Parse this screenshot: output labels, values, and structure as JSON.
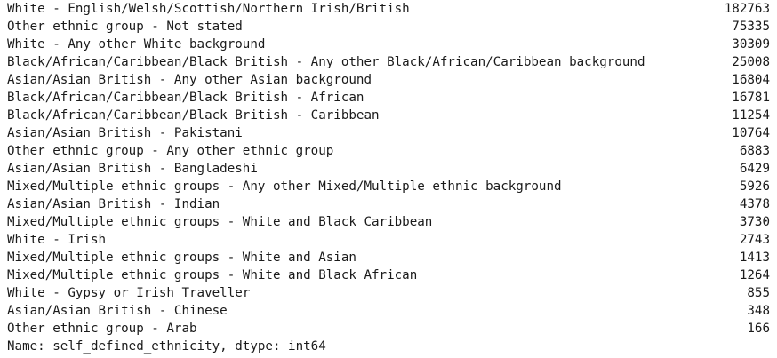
{
  "series_output": {
    "rows": [
      {
        "label": "White - English/Welsh/Scottish/Northern Irish/British",
        "count": "182763"
      },
      {
        "label": "Other ethnic group - Not stated",
        "count": "75335"
      },
      {
        "label": "White - Any other White background",
        "count": "30309"
      },
      {
        "label": "Black/African/Caribbean/Black British - Any other Black/African/Caribbean background",
        "count": "25008"
      },
      {
        "label": "Asian/Asian British - Any other Asian background",
        "count": "16804"
      },
      {
        "label": "Black/African/Caribbean/Black British - African",
        "count": "16781"
      },
      {
        "label": "Black/African/Caribbean/Black British - Caribbean",
        "count": "11254"
      },
      {
        "label": "Asian/Asian British - Pakistani",
        "count": "10764"
      },
      {
        "label": "Other ethnic group - Any other ethnic group",
        "count": "6883"
      },
      {
        "label": "Asian/Asian British - Bangladeshi",
        "count": "6429"
      },
      {
        "label": "Mixed/Multiple ethnic groups - Any other Mixed/Multiple ethnic background",
        "count": "5926"
      },
      {
        "label": "Asian/Asian British - Indian",
        "count": "4378"
      },
      {
        "label": "Mixed/Multiple ethnic groups - White and Black Caribbean",
        "count": "3730"
      },
      {
        "label": "White - Irish",
        "count": "2743"
      },
      {
        "label": "Mixed/Multiple ethnic groups - White and Asian",
        "count": "1413"
      },
      {
        "label": "Mixed/Multiple ethnic groups - White and Black African",
        "count": "1264"
      },
      {
        "label": "White - Gypsy or Irish Traveller",
        "count": "855"
      },
      {
        "label": "Asian/Asian British - Chinese",
        "count": "348"
      },
      {
        "label": "Other ethnic group - Arab",
        "count": "166"
      }
    ],
    "footer": "Name: self_defined_ethnicity, dtype: int64"
  }
}
